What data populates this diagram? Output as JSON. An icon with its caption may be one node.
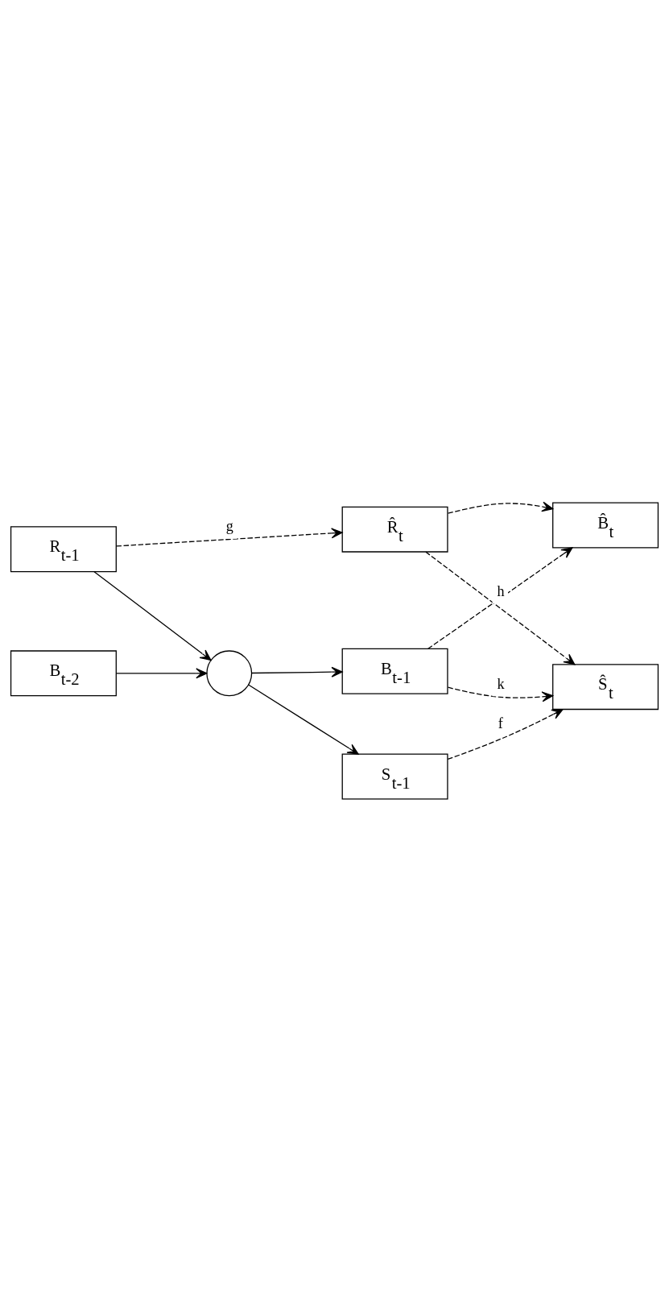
{
  "diagram": {
    "nodes": [
      {
        "text": [
          "R$_{t-1}$"
        ]
      },
      {
        "text": [
          "B$_{t-2}$"
        ]
      },
      {
        "text": [],
        "shape": "circle"
      },
      {
        "text": [
          "S$_{t-1}$"
        ]
      },
      {
        "text": [
          "B$_{t-1}$"
        ]
      },
      {
        "text": [
          "R̂$_{t}$"
        ]
      },
      {
        "text": [
          "B̂$_{t}$"
        ]
      },
      {
        "text": [
          "Ŝ$_{t}$"
        ]
      }
    ],
    "edges": [
      {
        "from": 0,
        "to": 2,
        "arrow": "to"
      },
      {
        "from": 1,
        "to": 2,
        "arrow": "to"
      },
      {
        "from": 2,
        "to": 3,
        "arrow": "to"
      },
      {
        "from": 2,
        "to": 4,
        "arrow": "to"
      },
      {
        "from": 0,
        "to": 5,
        "arrow": "to",
        "label": "g",
        "style": "dashed"
      },
      {
        "from": 3,
        "to": 7,
        "arrow": "to",
        "label": "f",
        "style": "dashed"
      },
      {
        "from": 4,
        "to": 6,
        "arrow": "to",
        "style": "dashed"
      },
      {
        "from": 4,
        "to": 7,
        "arrow": "to",
        "label": "k",
        "style": "dashed"
      },
      {
        "from": 5,
        "to": 7,
        "arrow": "to",
        "label": "h",
        "style": "dashed"
      },
      {
        "from": 5,
        "to": 6,
        "arrow": "to",
        "style": "dashed"
      }
    ]
  }
}
